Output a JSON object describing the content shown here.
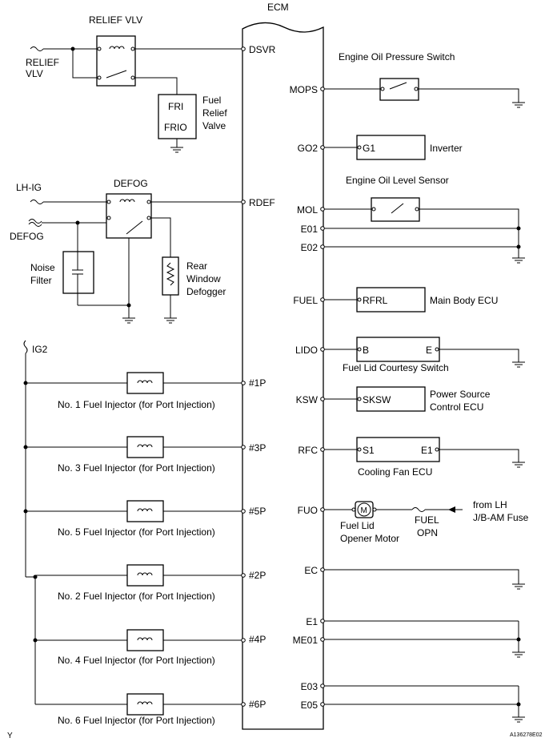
{
  "ecm": {
    "title": "ECM",
    "left_pins": [
      "DSVR",
      "RDEF",
      "#1P",
      "#3P",
      "#5P",
      "#2P",
      "#4P",
      "#6P"
    ],
    "right_pins": [
      "MOPS",
      "GO2",
      "MOL",
      "E01",
      "E02",
      "FUEL",
      "LIDO",
      "KSW",
      "RFC",
      "FUO",
      "EC",
      "E1",
      "ME01",
      "E03",
      "E05"
    ]
  },
  "relief": {
    "relay_title": "RELIEF VLV",
    "source_line1": "RELIEF",
    "source_line2": "VLV",
    "valve_pin_top": "FRI",
    "valve_pin_bottom": "FRIO",
    "valve_label": [
      "Fuel",
      "Relief",
      "Valve"
    ]
  },
  "defog": {
    "source_lhig": "LH-IG",
    "source_defog": "DEFOG",
    "relay_title": "DEFOG",
    "noise_filter": [
      "Noise",
      "Filter"
    ],
    "defogger": [
      "Rear",
      "Window",
      "Defogger"
    ]
  },
  "injectors": {
    "power": "IG2",
    "labels": [
      "No. 1 Fuel Injector (for Port Injection)",
      "No. 3 Fuel Injector (for Port Injection)",
      "No. 5 Fuel Injector (for Port Injection)",
      "No. 2 Fuel Injector (for Port Injection)",
      "No. 4 Fuel Injector (for Port Injection)",
      "No. 6 Fuel Injector (for Port Injection)"
    ]
  },
  "right_side": {
    "oil_pressure_switch": "Engine Oil Pressure Switch",
    "inverter_pin": "G1",
    "inverter": "Inverter",
    "oil_level_sensor": "Engine Oil Level Sensor",
    "main_body_pin": "RFRL",
    "main_body_ecu": "Main Body ECU",
    "courtesy_pin_b": "B",
    "courtesy_pin_e": "E",
    "courtesy_switch": "Fuel Lid Courtesy Switch",
    "power_source_pin": "SKSW",
    "power_source_ecu": [
      "Power Source",
      "Control ECU"
    ],
    "cooling_pin_s1": "S1",
    "cooling_pin_e1": "E1",
    "cooling_fan_ecu": "Cooling Fan ECU",
    "motor_symbol": "M",
    "opener_motor": [
      "Fuel Lid",
      "Opener Motor"
    ],
    "fuse": [
      "FUEL",
      "OPN"
    ],
    "from_fuse": [
      "from LH",
      "J/B-AM Fuse"
    ]
  },
  "footer": {
    "corner_mark": "Y",
    "figure_code": "A136278E02"
  }
}
